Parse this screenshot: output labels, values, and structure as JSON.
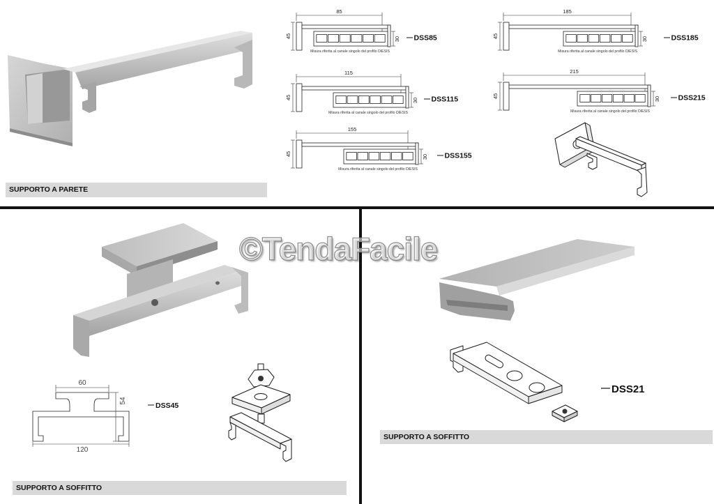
{
  "watermark": "©TendaFacile",
  "wall_section": {
    "caption": "SUPPORTO A PARETE",
    "drawings": [
      {
        "code": "DSS85",
        "length": "85",
        "height": "45",
        "depth": "30",
        "note": "Misura riferita al canale singolo del profilo DIESIS"
      },
      {
        "code": "DSS115",
        "length": "115",
        "height": "45",
        "depth": "30",
        "note": "Misura riferita al canale singolo del profilo DIESIS"
      },
      {
        "code": "DSS155",
        "length": "155",
        "height": "45",
        "depth": "30",
        "note": "Misura riferita al canale singolo del profilo DIESIS"
      },
      {
        "code": "DSS185",
        "length": "185",
        "height": "45",
        "depth": "30",
        "note": "Misura riferita al canale singolo del profilo DIESIS"
      },
      {
        "code": "DSS215",
        "length": "215",
        "height": "45",
        "depth": "30",
        "note": "Misura riferita al canale singolo del profilo DIESIS"
      }
    ]
  },
  "ceiling_left": {
    "caption": "SUPPORTO A SOFFITTO",
    "code": "DSS45",
    "width_top": "60",
    "height": "54",
    "width_bottom": "120"
  },
  "ceiling_right": {
    "caption": "SUPPORTO A SOFFITTO",
    "code": "DSS21"
  },
  "colors": {
    "caption_bar": "#d9d9d9",
    "divider": "#111111",
    "metal": "#b4b4b4"
  }
}
